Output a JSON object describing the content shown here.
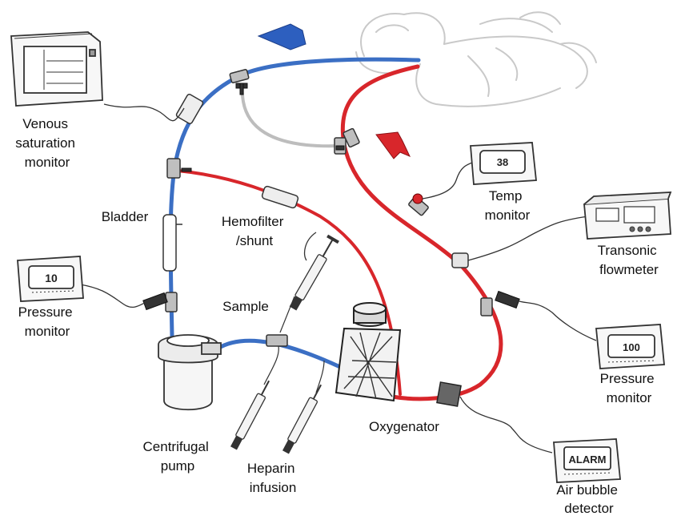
{
  "labels": {
    "venous_saturation_monitor": [
      "Venous",
      "saturation",
      "monitor"
    ],
    "bladder": "Bladder",
    "hemofilter": [
      "Hemofilter",
      "/shunt"
    ],
    "temp_monitor": [
      "Temp",
      "monitor"
    ],
    "transonic_flowmeter": [
      "Transonic",
      "flowmeter"
    ],
    "pressure_monitor_left": [
      "Pressure",
      "monitor"
    ],
    "pressure_monitor_right": [
      "Pressure",
      "monitor"
    ],
    "sample": "Sample",
    "centrifugal_pump": [
      "Centrifugal",
      "pump"
    ],
    "heparin_infusion": [
      "Heparin",
      "infusion"
    ],
    "oxygenator": "Oxygenator",
    "air_bubble_detector": [
      "Air bubble",
      "detector"
    ]
  },
  "displays": {
    "temp": "38",
    "pressure_left": "10",
    "pressure_right": "100",
    "alarm": "ALARM"
  },
  "colors": {
    "venous_line": "#3b6fc4",
    "arterial_line": "#d8262b",
    "bridge_line": "#bdbdbd",
    "arrow_venous": "#2d5fbf",
    "arrow_arterial": "#d8262b"
  }
}
